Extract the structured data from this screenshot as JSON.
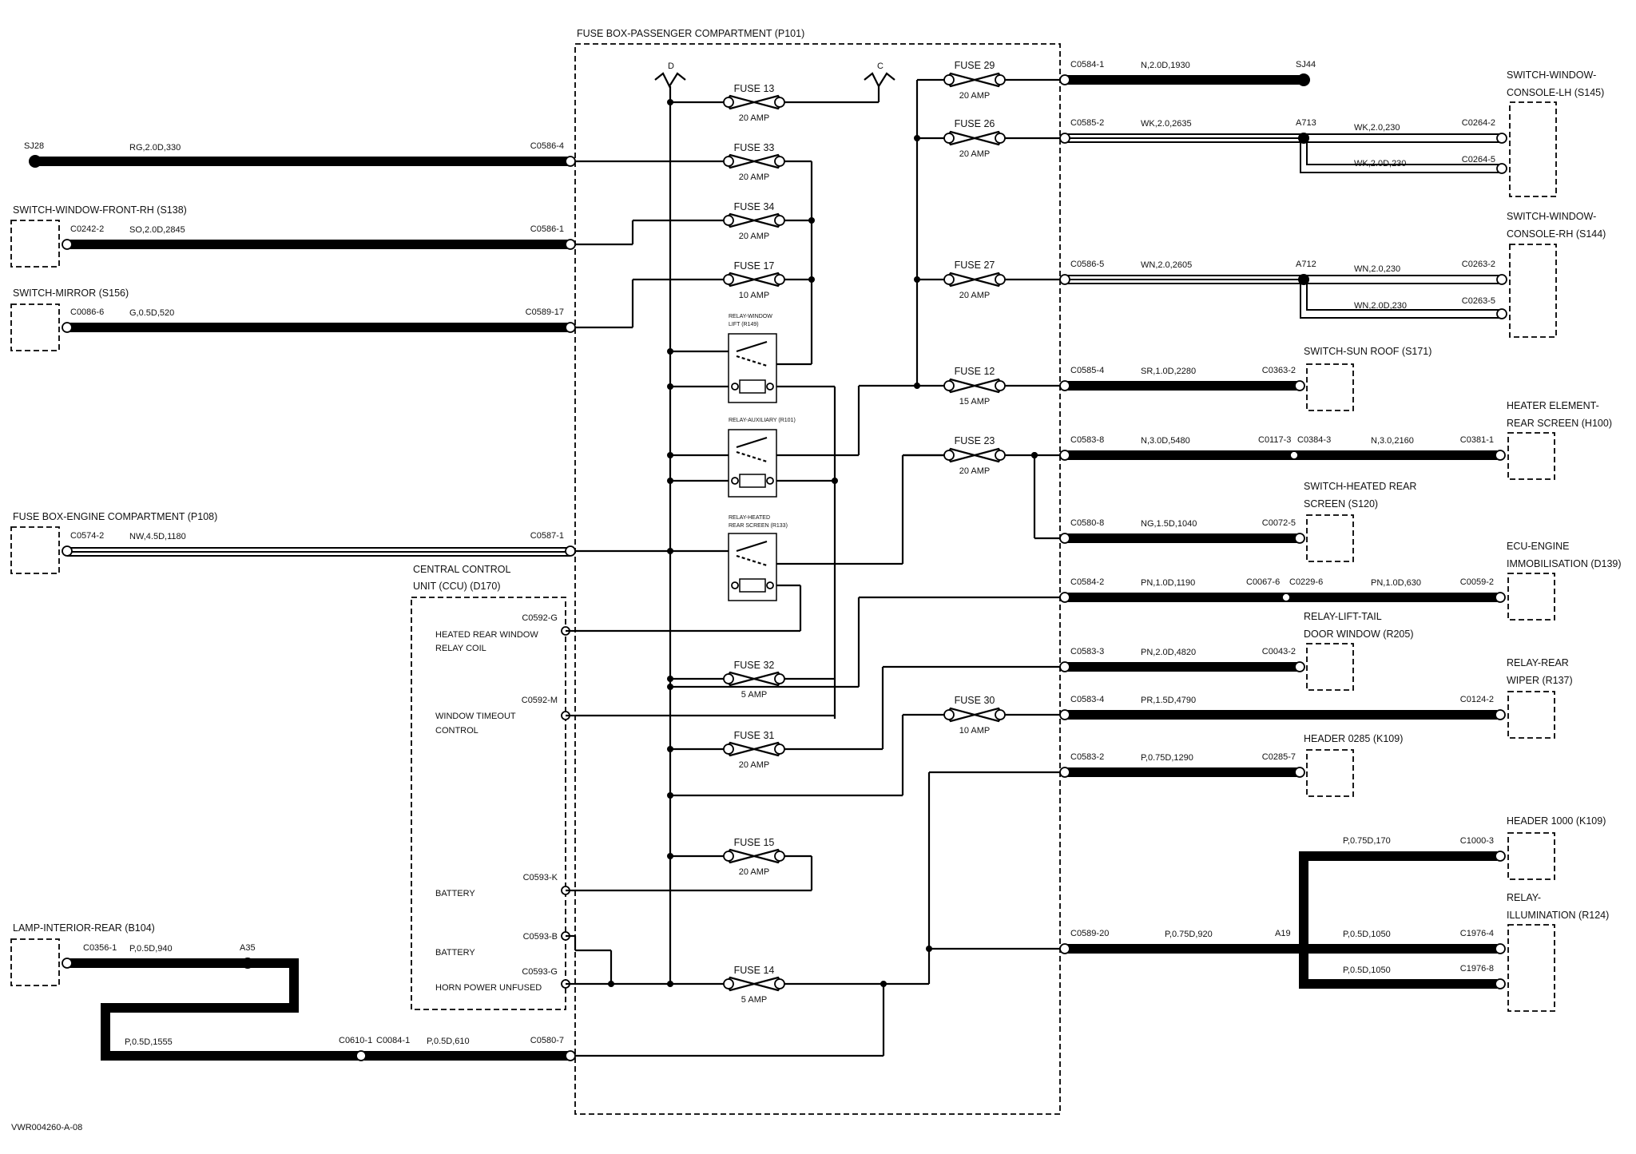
{
  "diagram_id": "VWR004260-A-08",
  "fuse_box": {
    "title": "FUSE BOX-PASSENGER COMPARTMENT (P101)",
    "bus_d": "D",
    "bus_c": "C",
    "fuses": [
      {
        "name": "FUSE 13",
        "rating": "20 AMP"
      },
      {
        "name": "FUSE 33",
        "rating": "20 AMP"
      },
      {
        "name": "FUSE 34",
        "rating": "20 AMP"
      },
      {
        "name": "FUSE 17",
        "rating": "10 AMP"
      },
      {
        "name": "FUSE 32",
        "rating": "5 AMP"
      },
      {
        "name": "FUSE 31",
        "rating": "20 AMP"
      },
      {
        "name": "FUSE 15",
        "rating": "20 AMP"
      },
      {
        "name": "FUSE 14",
        "rating": "5 AMP"
      },
      {
        "name": "FUSE 29",
        "rating": "20 AMP"
      },
      {
        "name": "FUSE 26",
        "rating": "20 AMP"
      },
      {
        "name": "FUSE 27",
        "rating": "20 AMP"
      },
      {
        "name": "FUSE 12",
        "rating": "15 AMP"
      },
      {
        "name": "FUSE 23",
        "rating": "20 AMP"
      },
      {
        "name": "FUSE 30",
        "rating": "10 AMP"
      }
    ],
    "relays": [
      {
        "title_1": "RELAY-WINDOW",
        "title_2": "LIFT (R149)"
      },
      {
        "title_1": "RELAY-AUXILIARY (R101)",
        "title_2": ""
      },
      {
        "title_1": "RELAY-HEATED",
        "title_2": "REAR SCREEN (R133)"
      }
    ]
  },
  "ccu": {
    "title_1": "CENTRAL CONTROL",
    "title_2": "UNIT (CCU) (D170)",
    "pins": [
      {
        "conn": "C0592-G",
        "label_1": "HEATED REAR WINDOW",
        "label_2": "RELAY COIL"
      },
      {
        "conn": "C0592-M",
        "label_1": "WINDOW TIMEOUT",
        "label_2": "CONTROL"
      },
      {
        "conn": "C0593-K",
        "label_1": "BATTERY",
        "label_2": ""
      },
      {
        "conn": "C0593-B",
        "label_1": "BATTERY",
        "label_2": ""
      },
      {
        "conn": "C0593-G",
        "label_1": "HORN POWER UNFUSED",
        "label_2": ""
      }
    ]
  },
  "left": {
    "sj28": "SJ28",
    "sj28_wire": "RG,2.0D,330",
    "sj28_conn": "C0586-4",
    "switch_window_front_rh": {
      "title": "SWITCH-WINDOW-FRONT-RH (S138)",
      "conn_a": "C0242-2",
      "wire": "SO,2.0D,2845",
      "conn_b": "C0586-1"
    },
    "switch_mirror": {
      "title": "SWITCH-MIRROR (S156)",
      "conn_a": "C0086-6",
      "wire": "G,0.5D,520",
      "conn_b": "C0589-17"
    },
    "fuse_box_engine": {
      "title": "FUSE BOX-ENGINE COMPARTMENT (P108)",
      "conn_a": "C0574-2",
      "wire": "NW,4.5D,1180",
      "conn_b": "C0587-1"
    },
    "lamp_interior_rear": {
      "title": "LAMP-INTERIOR-REAR (B104)",
      "conn_a": "C0356-1",
      "wire_a": "P,0.5D,940",
      "splice": "A35",
      "wire_b": "P,0.5D,1555",
      "conn_c": "C0610-1",
      "conn_d": "C0084-1",
      "wire_c": "P,0.5D,610",
      "conn_e": "C0580-7"
    }
  },
  "right": {
    "r1": {
      "conn": "C0584-1",
      "wire": "N,2.0D,1930",
      "end": "SJ44"
    },
    "r2": {
      "conn": "C0585-2",
      "wire": "WK,2.0,2635",
      "splice": "A713",
      "wire_b": "WK,2.0,230",
      "conn_b": "C0264-2",
      "wire_c": "WK,2.0D,230",
      "conn_c": "C0264-5",
      "title_1": "SWITCH-WINDOW-",
      "title_2": "CONSOLE-LH (S145)"
    },
    "r3": {
      "conn": "C0586-5",
      "wire": "WN,2.0,2605",
      "splice": "A712",
      "wire_b": "WN,2.0,230",
      "conn_b": "C0263-2",
      "wire_c": "WN,2.0D,230",
      "conn_c": "C0263-5",
      "title_1": "SWITCH-WINDOW-",
      "title_2": "CONSOLE-RH (S144)"
    },
    "r4": {
      "conn": "C0585-4",
      "wire": "SR,1.0D,2280",
      "conn_b": "C0363-2",
      "title": "SWITCH-SUN ROOF (S171)"
    },
    "r5": {
      "conn": "C0583-8",
      "wire": "N,3.0D,5480",
      "conn_b": "C0117-3",
      "conn_c": "C0384-3",
      "wire_b": "N,3.0,2160",
      "conn_d": "C0381-1",
      "title_1": "HEATER ELEMENT-",
      "title_2": "REAR SCREEN (H100)"
    },
    "r6": {
      "conn": "C0580-8",
      "wire": "NG,1.5D,1040",
      "conn_b": "C0072-5",
      "title_1": "SWITCH-HEATED REAR",
      "title_2": "SCREEN (S120)"
    },
    "r7": {
      "conn": "C0584-2",
      "wire": "PN,1.0D,1190",
      "conn_b": "C0067-6",
      "conn_c": "C0229-6",
      "wire_b": "PN,1.0D,630",
      "conn_d": "C0059-2",
      "title_1": "ECU-ENGINE",
      "title_2": "IMMOBILISATION (D139)"
    },
    "r8": {
      "conn": "C0583-3",
      "wire": "PN,2.0D,4820",
      "conn_b": "C0043-2",
      "title_1": "RELAY-LIFT-TAIL",
      "title_2": "DOOR WINDOW (R205)"
    },
    "r9": {
      "conn": "C0583-4",
      "wire": "PR,1.5D,4790",
      "conn_b": "C0124-2",
      "title_1": "RELAY-REAR",
      "title_2": "WIPER (R137)"
    },
    "r10": {
      "conn": "C0583-2",
      "wire": "P,0.75D,1290",
      "conn_b": "C0285-7",
      "title": "HEADER 0285 (K109)"
    },
    "r11": {
      "conn": "C0589-20",
      "wire": "P,0.75D,920",
      "splice": "A19",
      "wire_b": "P,0.75D,170",
      "conn_b": "C1000-3",
      "wire_c": "P,0.5D,1050",
      "conn_c": "C1976-4",
      "wire_d": "P,0.5D,1050",
      "conn_d": "C1976-8",
      "header_title": "HEADER 1000 (K109)",
      "relay_title_1": "RELAY-",
      "relay_title_2": "ILLUMINATION (R124)"
    }
  }
}
